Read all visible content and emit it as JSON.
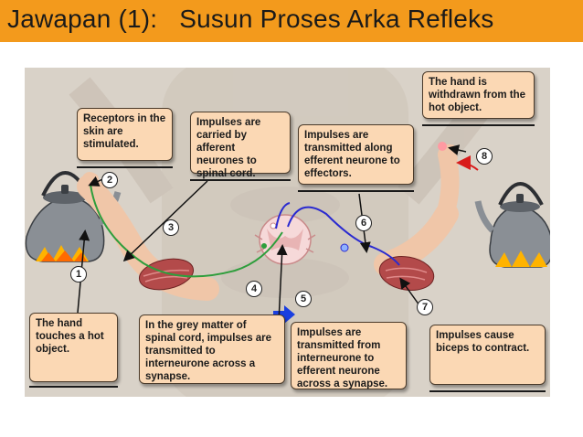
{
  "title": "Jawapan (1):   Susun Proses Arka Refleks",
  "steps": [
    {
      "number": "1",
      "text": "The hand touches a hot object."
    },
    {
      "number": "2",
      "text": "Receptors in the skin are stimulated."
    },
    {
      "number": "3",
      "text": "Impulses are carried by afferent neurones to spinal cord."
    },
    {
      "number": "4",
      "text": "In the grey matter of spinal cord, impulses are transmitted to interneurone across a synapse."
    },
    {
      "number": "5",
      "text": "Impulses are transmitted from interneurone to efferent neurone across a synapse."
    },
    {
      "number": "6",
      "text": "Impulses are transmitted along efferent neurone to effectors."
    },
    {
      "number": "7",
      "text": "Impulses cause biceps to contract."
    },
    {
      "number": "8",
      "text": "The hand is withdrawn from the hot object."
    }
  ],
  "colors": {
    "title_bar": "#f39a1c",
    "label_box": "#fbd8b4",
    "afferent_nerve": "#2e9e3c",
    "efferent_nerve": "#2a2ad0",
    "withdraw_arrow": "#d81b1b",
    "muscle": "#b34a4a"
  }
}
